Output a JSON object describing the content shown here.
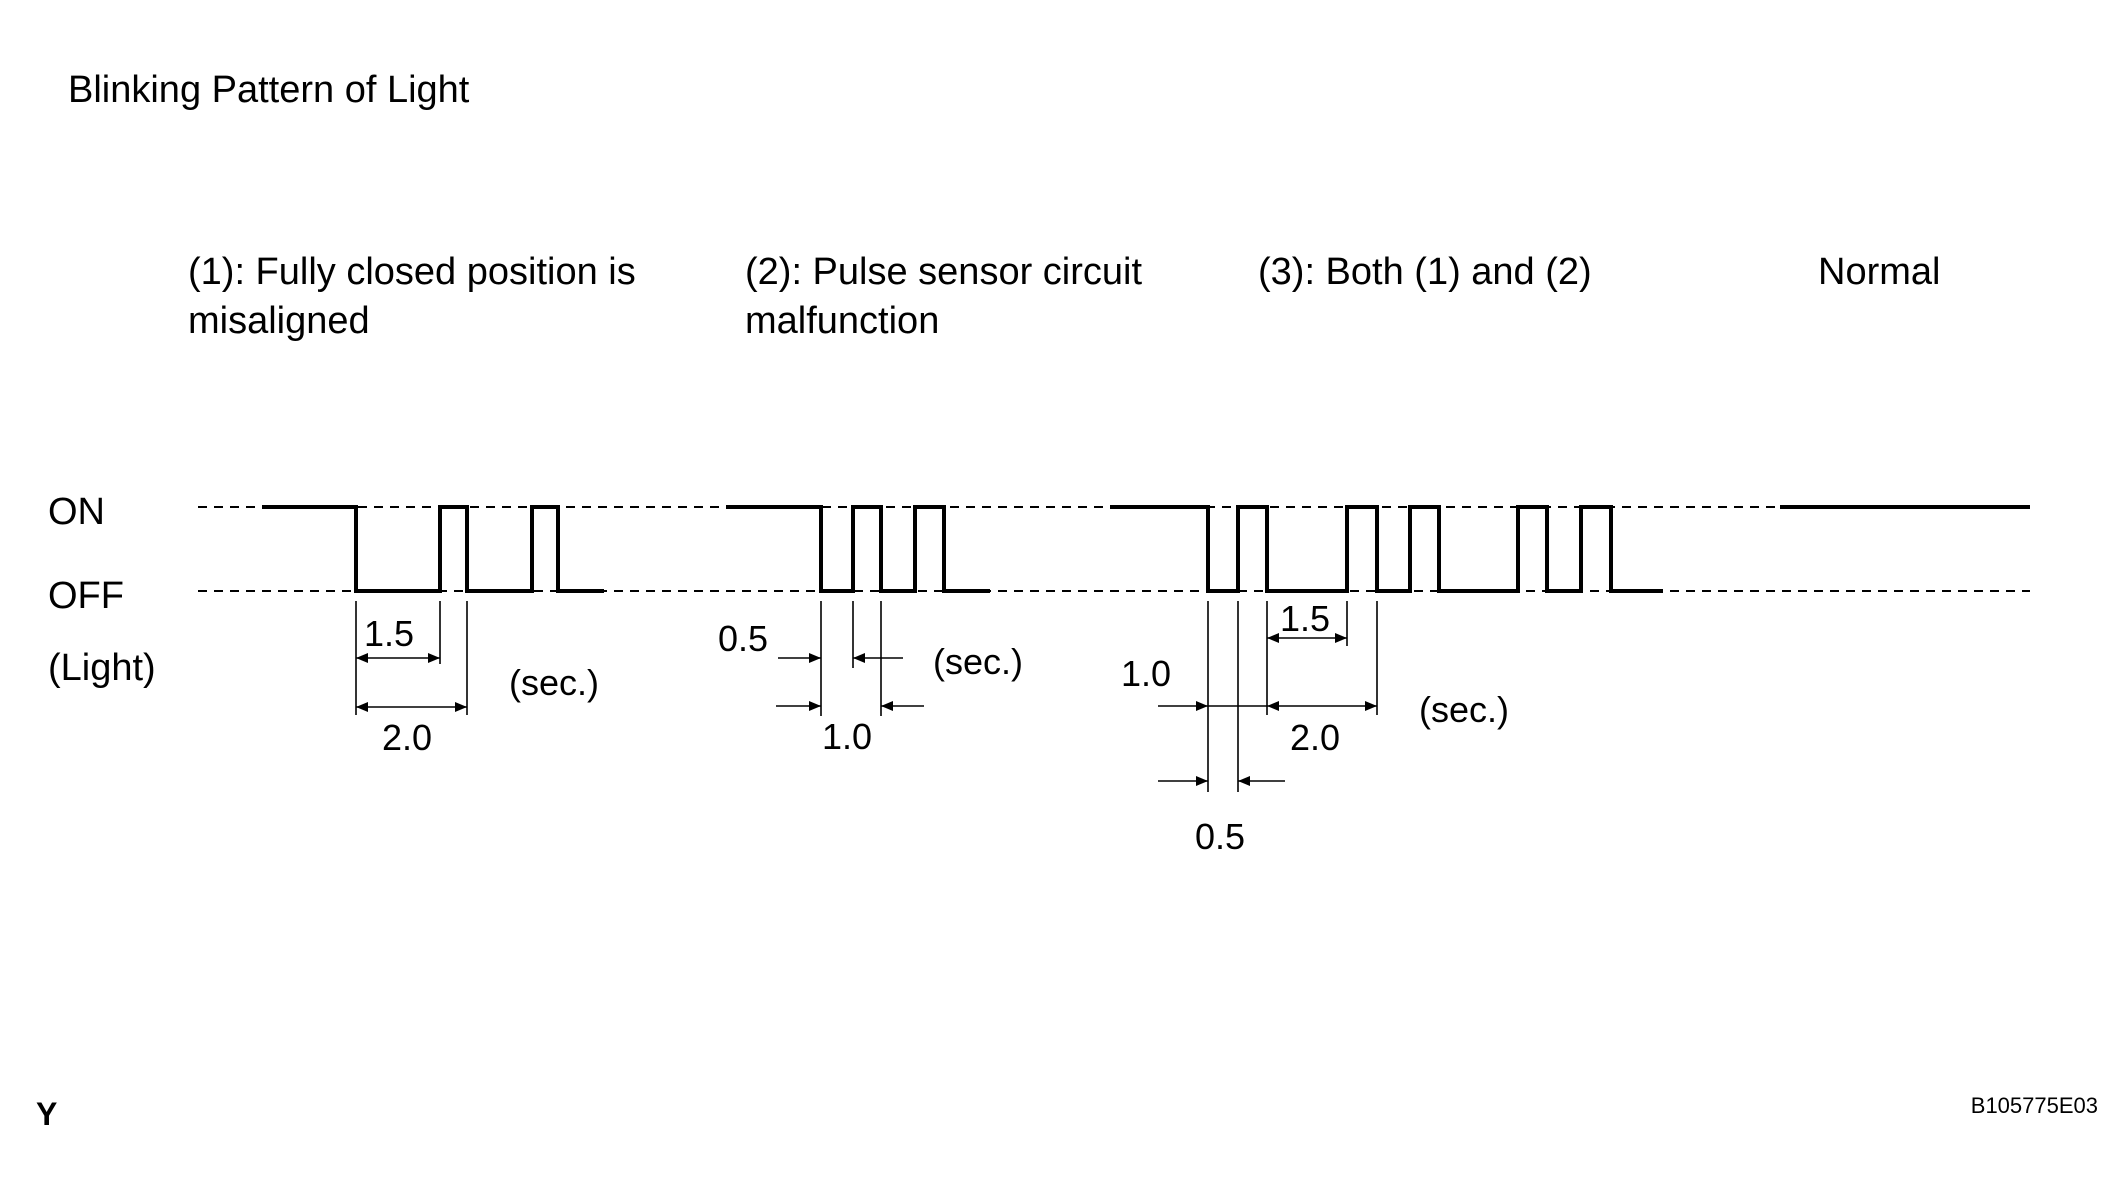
{
  "title": "Blinking Pattern of Light",
  "captions": [
    "(1): Fully closed position is misaligned",
    "(2): Pulse sensor circuit malfunction",
    "(3): Both (1) and (2)",
    "Normal"
  ],
  "axis_labels": {
    "on": "ON",
    "off": "OFF",
    "light": "(Light)"
  },
  "dimension_labels": {
    "p1_on": "1.5",
    "p1_period": "2.0",
    "p1_unit": "(sec.)",
    "p2_on": "0.5",
    "p2_period": "1.0",
    "p2_unit": "(sec.)",
    "p3_short_period": "1.0",
    "p3_short_on": "0.5",
    "p3_long_on": "1.5",
    "p3_long_period": "2.0",
    "p3_unit": "(sec.)"
  },
  "reference_code": "B105775E03",
  "corner_mark": "Y",
  "colors": {
    "ink": "#000000",
    "background": "#ffffff"
  }
}
